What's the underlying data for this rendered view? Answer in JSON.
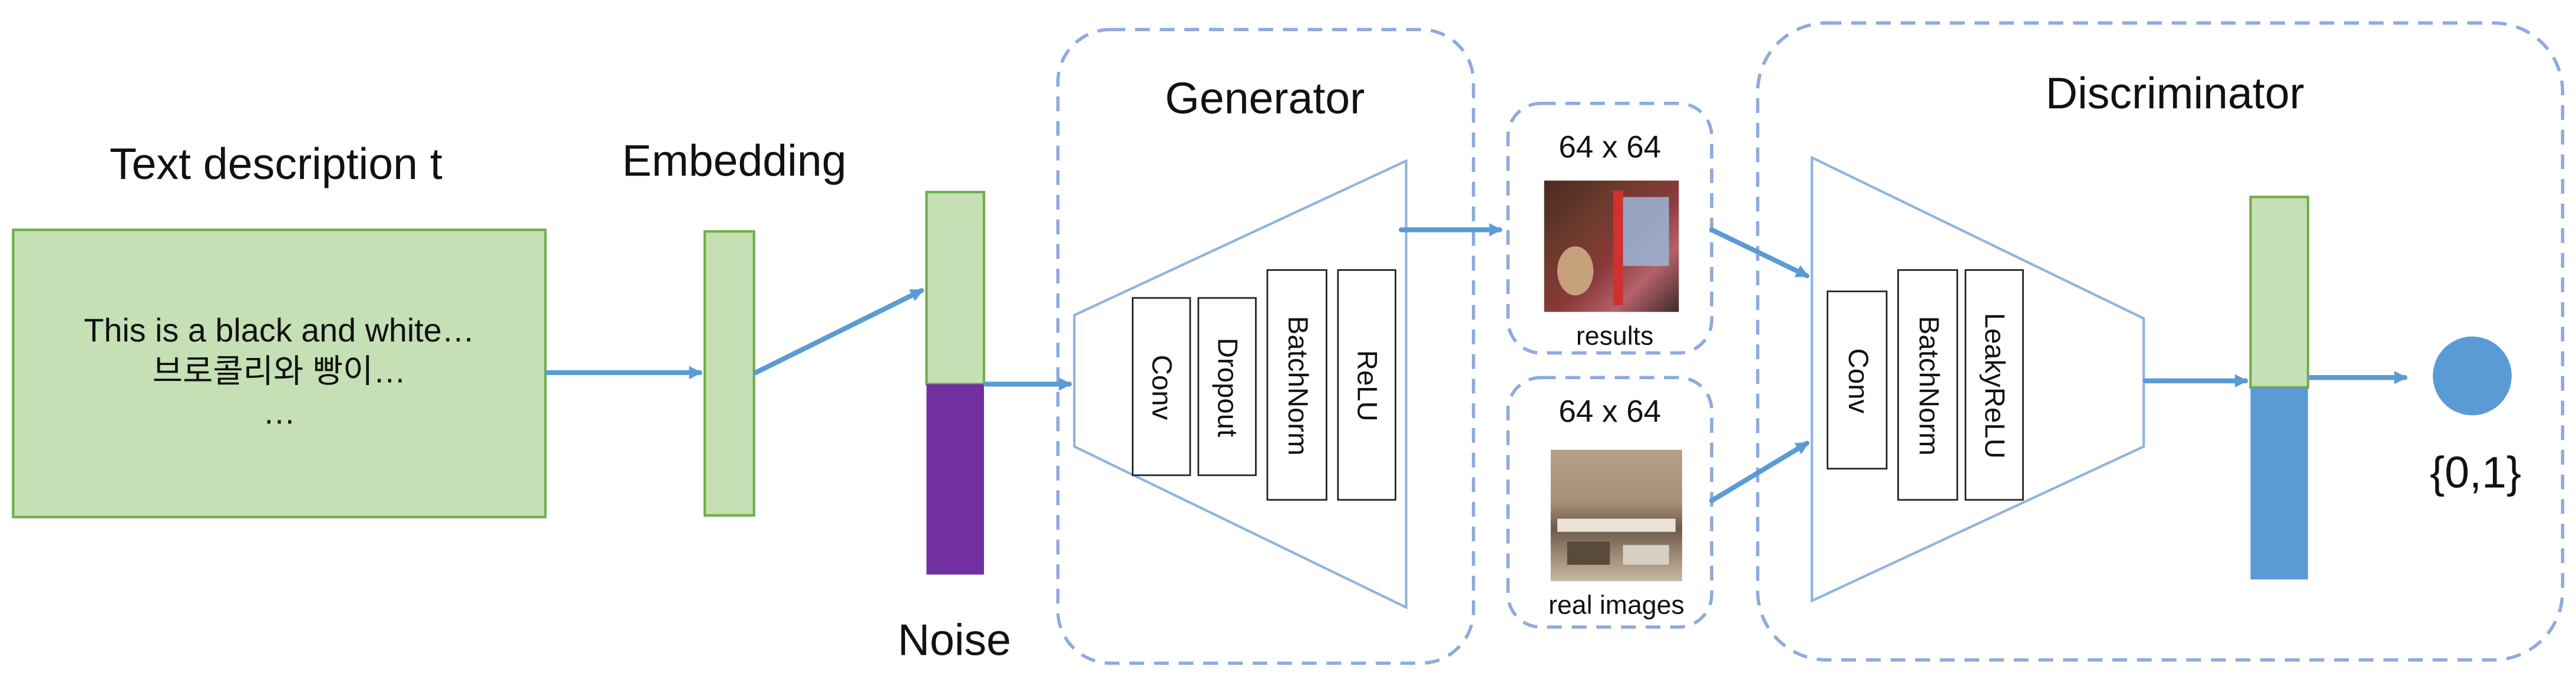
{
  "labels": {
    "text_description": "Text description t",
    "embedding": "Embedding",
    "noise": "Noise",
    "generator": "Generator",
    "discriminator": "Discriminator",
    "output": "{0,1}"
  },
  "text_box": {
    "lines": [
      "This is a black and white…",
      "브로콜리와 빵이…",
      "…"
    ]
  },
  "generator_layers": [
    "Conv",
    "Dropout",
    "BatchNorm",
    "ReLU"
  ],
  "discriminator_layers": [
    "Conv",
    "BatchNorm",
    "LeakyReLU"
  ],
  "results_panel": {
    "size": "64 x 64",
    "caption": "results"
  },
  "real_panel": {
    "size": "64 x 64",
    "caption": "real images"
  },
  "colors": {
    "green_fill": "#c5e0b4",
    "green_border": "#70ad47",
    "blue": "#5b9bd5",
    "purple": "#7030a0",
    "dash": "#8faadc",
    "trapezoid": "#8fb3e0"
  }
}
